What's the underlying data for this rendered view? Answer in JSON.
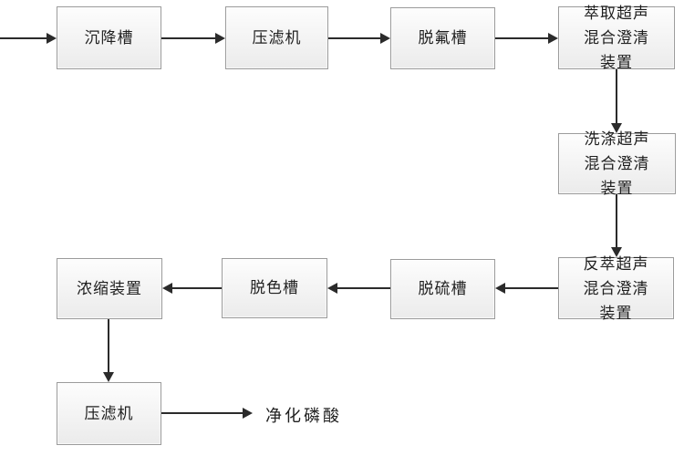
{
  "diagram": {
    "type": "process-flowchart",
    "subject": "phosphoric-acid-purification-process",
    "colors": {
      "background": "#ffffff",
      "node_fill_top": "#fdfdfd",
      "node_fill_bottom": "#ebebeb",
      "node_border": "#9b9b9b",
      "text": "#1f1f1f",
      "arrow": "#2b2b2b"
    },
    "nodes": [
      {
        "id": "settling-tank",
        "label": "沉降槽"
      },
      {
        "id": "filter-press-1",
        "label": "压滤机"
      },
      {
        "id": "defluorination-tank",
        "label": "脱氟槽"
      },
      {
        "id": "extraction-ultrasonic-mixer-settler",
        "label": "萃取超声混合澄清装置"
      },
      {
        "id": "washing-ultrasonic-mixer-settler",
        "label": "洗涤超声混合澄清装置"
      },
      {
        "id": "stripping-ultrasonic-mixer-settler",
        "label": "反萃超声混合澄清装置"
      },
      {
        "id": "desulfurization-tank",
        "label": "脱硫槽"
      },
      {
        "id": "decolorization-tank",
        "label": "脱色槽"
      },
      {
        "id": "concentration-device",
        "label": "浓缩装置"
      },
      {
        "id": "filter-press-2",
        "label": "压滤机"
      }
    ],
    "output": {
      "label": "净化磷酸"
    },
    "edges": [
      {
        "from": "feed-input",
        "to": "settling-tank",
        "direction": "right"
      },
      {
        "from": "settling-tank",
        "to": "filter-press-1",
        "direction": "right"
      },
      {
        "from": "filter-press-1",
        "to": "defluorination-tank",
        "direction": "right"
      },
      {
        "from": "defluorination-tank",
        "to": "extraction-ultrasonic-mixer-settler",
        "direction": "right"
      },
      {
        "from": "extraction-ultrasonic-mixer-settler",
        "to": "washing-ultrasonic-mixer-settler",
        "direction": "down"
      },
      {
        "from": "washing-ultrasonic-mixer-settler",
        "to": "stripping-ultrasonic-mixer-settler",
        "direction": "down"
      },
      {
        "from": "stripping-ultrasonic-mixer-settler",
        "to": "desulfurization-tank",
        "direction": "left"
      },
      {
        "from": "desulfurization-tank",
        "to": "decolorization-tank",
        "direction": "left"
      },
      {
        "from": "decolorization-tank",
        "to": "concentration-device",
        "direction": "left"
      },
      {
        "from": "concentration-device",
        "to": "filter-press-2",
        "direction": "down"
      },
      {
        "from": "filter-press-2",
        "to": "purified-phosphoric-acid-output",
        "direction": "right"
      }
    ]
  }
}
